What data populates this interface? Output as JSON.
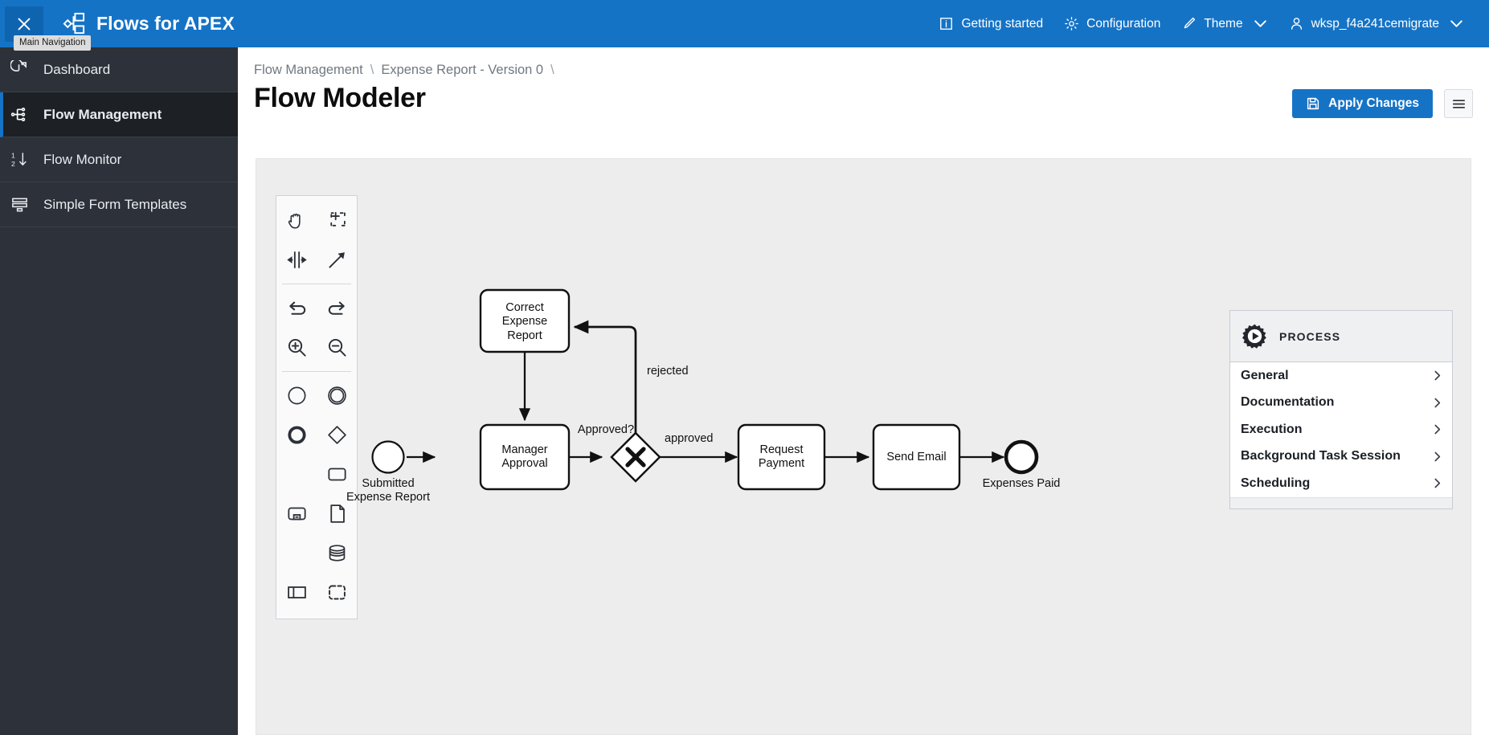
{
  "topbar": {
    "nav_toggle_icon": "close-icon",
    "nav_tooltip": "Main Navigation",
    "brand_icon": "flows-logo-icon",
    "brand_title": "Flows for APEX",
    "accent_color": "#1573c6",
    "items": [
      {
        "label": "Getting started",
        "icon": "info-icon",
        "caret": false
      },
      {
        "label": "Configuration",
        "icon": "gear-icon",
        "caret": false
      },
      {
        "label": "Theme",
        "icon": "brush-icon",
        "caret": true
      },
      {
        "label": "wksp_f4a241cemigrate",
        "icon": "user-icon",
        "caret": true
      }
    ]
  },
  "sidebar": {
    "items": [
      {
        "label": "Dashboard",
        "icon": "pie-chart-icon",
        "active": false
      },
      {
        "label": "Flow Management",
        "icon": "flow-tree-icon",
        "active": true
      },
      {
        "label": "Flow Monitor",
        "icon": "sort-down-icon",
        "active": false
      },
      {
        "label": "Simple Form Templates",
        "icon": "form-rows-icon",
        "active": false
      }
    ]
  },
  "header": {
    "breadcrumb": [
      "Flow Management",
      "Expense Report - Version 0"
    ],
    "breadcrumb_separator": "\\",
    "page_title": "Flow Modeler",
    "apply_label": "Apply Changes",
    "apply_icon": "save-icon",
    "menu_icon": "hamburger-menu-icon"
  },
  "palette": {
    "rows": [
      {
        "cells": [
          {
            "icon": "hand-tool-icon"
          },
          {
            "icon": "lasso-select-icon"
          }
        ]
      },
      {
        "cells": [
          {
            "icon": "space-tool-icon"
          },
          {
            "icon": "connect-tool-icon"
          }
        ]
      },
      {
        "separator": true
      },
      {
        "cells": [
          {
            "icon": "undo-icon"
          },
          {
            "icon": "redo-icon"
          }
        ]
      },
      {
        "cells": [
          {
            "icon": "zoom-in-icon"
          },
          {
            "icon": "zoom-out-icon"
          }
        ]
      },
      {
        "separator": true
      },
      {
        "cells": [
          {
            "icon": "start-event-icon"
          },
          {
            "icon": "intermediate-event-icon"
          }
        ]
      },
      {
        "cells": [
          {
            "icon": "end-event-icon"
          },
          {
            "icon": "exclusive-gateway-icon"
          }
        ]
      },
      {
        "cells": [
          {
            "icon": "empty"
          },
          {
            "icon": "task-icon"
          }
        ]
      },
      {
        "cells": [
          {
            "icon": "subprocess-icon"
          },
          {
            "icon": "data-object-icon"
          }
        ]
      },
      {
        "cells": [
          {
            "icon": "empty"
          },
          {
            "icon": "data-store-icon"
          }
        ]
      },
      {
        "cells": [
          {
            "icon": "participant-pool-icon"
          },
          {
            "icon": "group-icon"
          }
        ]
      }
    ]
  },
  "diagram": {
    "nodes": [
      {
        "id": "start",
        "type": "start-event",
        "label": "Submitted\nExpense Report"
      },
      {
        "id": "correct",
        "type": "task",
        "label": "Correct\nExpense\nReport"
      },
      {
        "id": "manager",
        "type": "task",
        "label": "Manager\nApproval"
      },
      {
        "id": "gateway",
        "type": "exclusive-gateway",
        "label": "Approved?"
      },
      {
        "id": "request",
        "type": "task",
        "label": "Request\nPayment"
      },
      {
        "id": "email",
        "type": "task",
        "label": "Send Email"
      },
      {
        "id": "end",
        "type": "end-event",
        "label": "Expenses Paid"
      }
    ],
    "flow_labels": [
      {
        "id": "gateway-question",
        "text": "Approved?"
      },
      {
        "id": "flow-rejected",
        "text": "rejected"
      },
      {
        "id": "flow-approved",
        "text": "approved"
      }
    ],
    "node_labels": {
      "start": "Submitted Expense Report",
      "correct": "Correct Expense Report",
      "manager": "Manager Approval",
      "request": "Request Payment",
      "email": "Send Email",
      "end": "Expenses Paid"
    },
    "text": {
      "correct_l1": "Correct",
      "correct_l2": "Expense",
      "correct_l3": "Report",
      "manager_l1": "Manager",
      "manager_l2": "Approval",
      "request_l1": "Request",
      "request_l2": "Payment",
      "email_l1": "Send Email",
      "start_l1": "Submitted",
      "start_l2": "Expense Report",
      "end_l1": "Expenses Paid",
      "approved_q": "Approved?",
      "rejected": "rejected",
      "approved": "approved"
    }
  },
  "properties": {
    "header_icon": "process-gear-icon",
    "header_title": "PROCESS",
    "rows": [
      {
        "label": "General"
      },
      {
        "label": "Documentation"
      },
      {
        "label": "Execution"
      },
      {
        "label": "Background Task Session"
      },
      {
        "label": "Scheduling"
      }
    ]
  }
}
